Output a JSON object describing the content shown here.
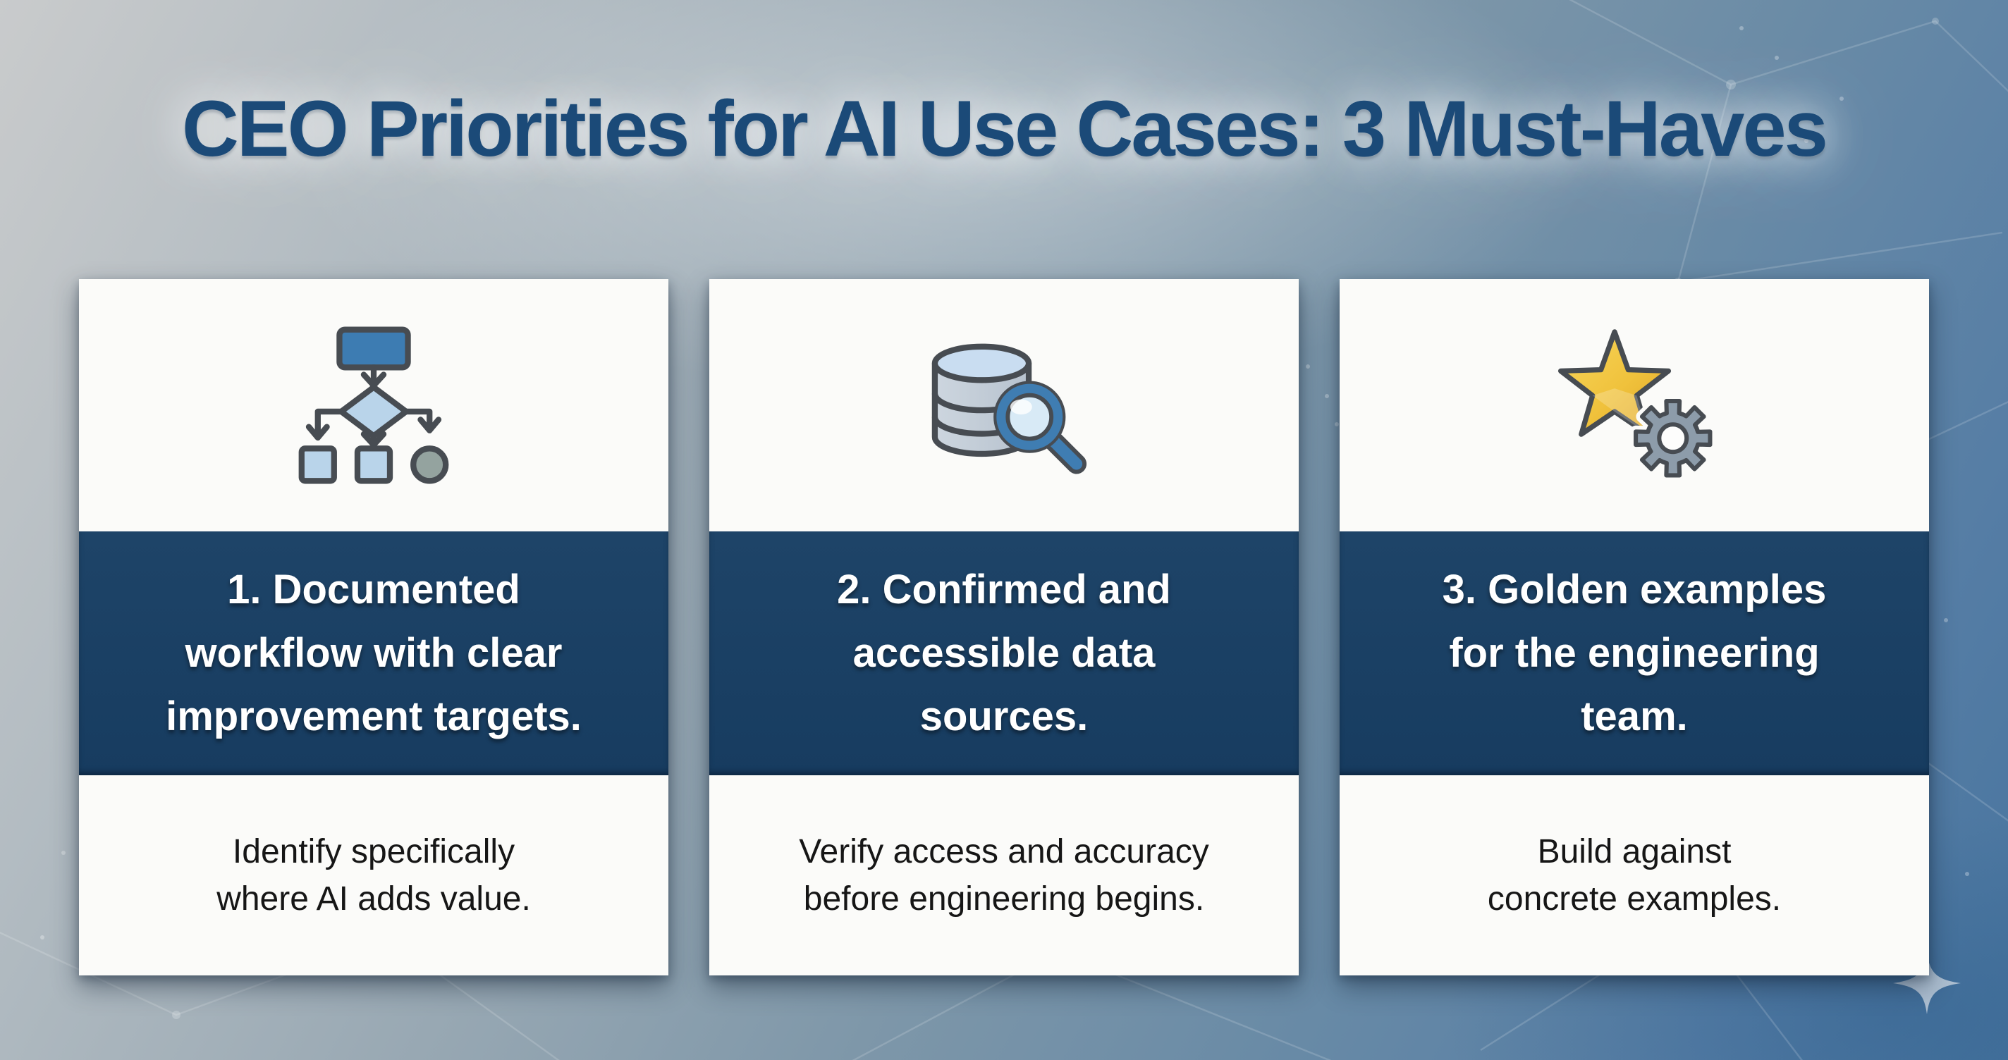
{
  "title": "CEO Priorities for AI Use Cases: 3 Must-Haves",
  "cards": [
    {
      "number": "1",
      "icon": "flowchart-icon",
      "heading": "1. Documented\nworkflow with clear\nimprovement targets.",
      "description": "Identify specifically\nwhere AI adds value."
    },
    {
      "number": "2",
      "icon": "database-search-icon",
      "heading": "2. Confirmed and\naccessible data\nsources.",
      "description": "Verify access and accuracy\nbefore engineering begins."
    },
    {
      "number": "3",
      "icon": "star-gear-icon",
      "heading": "3. Golden examples\nfor the engineering\nteam.",
      "description": "Build against\nconcrete examples."
    }
  ],
  "colors": {
    "title_text": "#1b4a78",
    "band_background": "#1a3e62",
    "band_text": "#ffffff",
    "card_background": "#fbfbf9",
    "description_text": "#161616",
    "background_top_left": "#c9cbcc",
    "background_bottom_right": "#47749e",
    "outline_gray": "#474c52",
    "flowchart_blue": "#3d7cb2",
    "flowchart_light_blue": "#b9d4ea",
    "flowchart_circle_gray": "#94a39f",
    "database_body": "#c6cfd9",
    "database_top": "#c9ddf1",
    "magnifier_blue": "#3f7db2",
    "magnifier_lens": "#d8eaf6",
    "star_gold_light": "#f6d14f",
    "star_gold_dark": "#e3a92b",
    "gear_gray": "#8d9caa",
    "sparkle": "#b6c6d6"
  }
}
